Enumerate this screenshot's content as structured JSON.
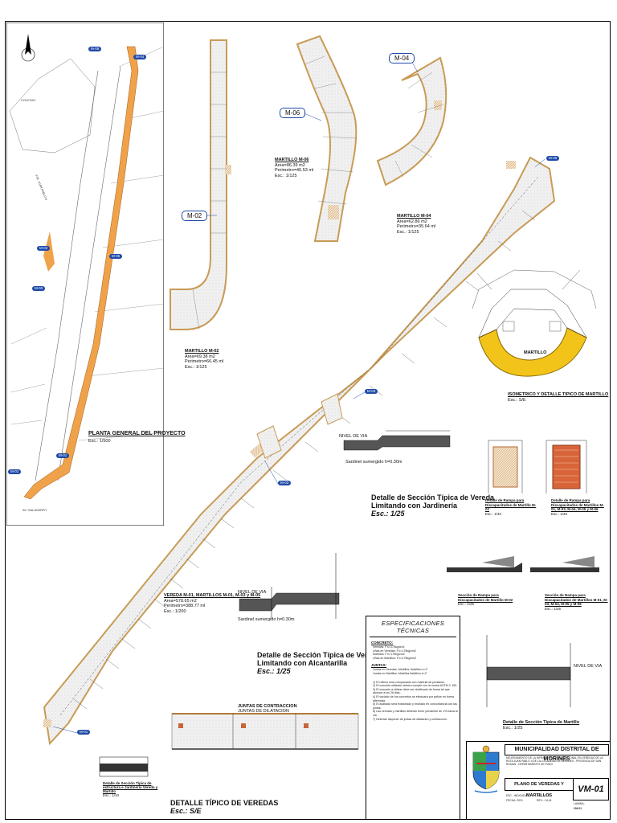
{
  "sheet": {
    "code": "VM-01"
  },
  "titleblock": {
    "municipality": "MUNICIPALIDAD DISTRITAL DE MORINES",
    "description": "MEJORAMIENTO DE LA INFRAESTRUCTURA PEATONAL EN VEREDAS DE LA RUTA JUAN PABLO II DE LA LOCALIDAD DE MORINES - PROVINCIA DE SAN ROMAN - DEPARTAMENTO DE PUNO",
    "plano": "PLANO DE VEREDAS Y MARTILLOS",
    "fields": [
      "ESC.: INDICADA",
      "FECHA: 2021",
      "DIB.: V.T.C.",
      "REV.: J.A.M.",
      "LAMINA:",
      "VM-01"
    ]
  },
  "keyplan": {
    "title": "PLANTA GENERAL DEL PROYECTO",
    "scale": "Esc.: 1/500",
    "street_label": "PJE. JUAN PABLO II",
    "bottom_street": "AV. SALAVERRY",
    "lot_label": "COLEGIO",
    "tags": [
      "M-06",
      "M-04",
      "M-02",
      "M-05",
      "M-03",
      "M-01",
      "M-01"
    ]
  },
  "tags": {
    "m02": "M-02",
    "m06": "M-06",
    "m04": "M-04",
    "m05": "M-05",
    "m03": "M-03",
    "m01": "M-01",
    "m_mid": "M-03"
  },
  "details": {
    "m02": {
      "title": "MARTILLO M-02",
      "area": "Area=69.38 m2",
      "perim": "Perimetro=66.45 ml",
      "scale": "Esc.: 1/125"
    },
    "m06": {
      "title": "MARTILLO M-06",
      "area": "Area=86.39 m2",
      "perim": "Perimetro=46.53 ml",
      "scale": "Esc.: 1/125"
    },
    "m04": {
      "title": "MARTILLO M-04",
      "area": "Area=62.86 m2",
      "perim": "Perimetro=35.64 ml",
      "scale": "Esc.: 1/125"
    },
    "vereda": {
      "title": "VEREDA M-01, MARTILLOS M-01, M-03 y M-05",
      "area": "Area=578.65 m2",
      "perim": "Perimetro=388.77 ml",
      "scale": "Esc.: 1/200"
    },
    "isometric": {
      "title": "ISOMETRICO Y DETALLE TIPICO DE MARTILLO",
      "scale": "Esc.: S/E",
      "center": "MARTILLO"
    }
  },
  "sections": {
    "jardineria": {
      "title1": "Detalle de Sección Típica de Vereda",
      "title2": "Limitando con Jardinería",
      "scale": "Esc.: 1/25",
      "lbl1": "NIVEL DE VIA",
      "lbl2": "Sardinel sumergido h=0.30m"
    },
    "alcantarilla": {
      "title1": "Detalle de Sección Típica de Vereda",
      "title2": "Limitando con Alcantarilla",
      "scale": "Esc.: 1/25",
      "lbl1": "NIVEL DE VIA",
      "lbl2": "Sardinel sumergido h=0.30m"
    },
    "tipico": {
      "title": "DETALLE TÍPICO DE VEREDAS",
      "scale": "Esc.: S/E",
      "junta": "JUNTAS DE CONTRACCION",
      "junta2": "JUNTAS DE DILATACION"
    },
    "estructura": {
      "title": "Detalle de Sección Típica de estructura e Jardinería Vereda y Martillo",
      "scale": "Esc.: 1/10"
    },
    "martillo": {
      "title": "Detalle de Sección Típica de Martillo",
      "scale": "Esc.: 1/25",
      "nivel": "NIVEL DE VIA"
    },
    "rampa1": {
      "title": "Detalle de Rampa para Discapacitados de Martillo M-02",
      "scale": "Esc.: 1/40"
    },
    "rampa2": {
      "title": "Detalle de Rampa para Discapacitados de Martillos M-01, M-03, M-04, M-05 y M-06",
      "scale": "Esc.: 1/40"
    },
    "rampa3": {
      "title": "Sección de Rampa para Discapacitados de Martillo M-02",
      "scale": "Esc.: 1/25"
    },
    "rampa4": {
      "title": "Sección de Rampa para Discapacitados de Martillos M-01, M-03, M-04, M-05 y M-06",
      "scale": "Esc.: 1/25"
    }
  },
  "specs": {
    "heading": "ESPECIFICACIONES  TÉCNICAS",
    "concreto": "CONCRETO:",
    "concreto_lines": [
      "Veredas: F'c=175kg/cm2",
      "Uñas en Veredas: F'c=175kg/cm2",
      "Martillos: F'c=175kg/cm2",
      "Uñas en Martillos: F'c=175kg/cm2"
    ],
    "juntas": "JUNTAS:",
    "juntas_lines": [
      "Juntas en Veredas, Martillos: Asfaltico e=1\"",
      "Juntas en Martillos: Martillos Asfaltico e=1\""
    ],
    "notes": [
      "1) El relleno sera compactado con material de prestamo.",
      "2) El concreto utilizado debera cumplir con la norma ASTM C 150.",
      "3) El concreto a utilizar debe ser dosificado de forma tal que alcance a los 28 dias.",
      "4) El vaciado de los concretos se efectuara por paños en forma alternada.",
      "5) El acabado sera frotachado y bruñado en concordancia con las juntas.",
      "6) Las veredas y martillos deberan tener pendiente de 1% hacia la via.",
      "7) Deberan disponer de juntas de dilatacion y contraccion."
    ]
  },
  "colors": {
    "accent": "#1f4aa8",
    "orange": "#f0a24a",
    "yellow": "#f2c41a",
    "brick": "#c8643a"
  }
}
